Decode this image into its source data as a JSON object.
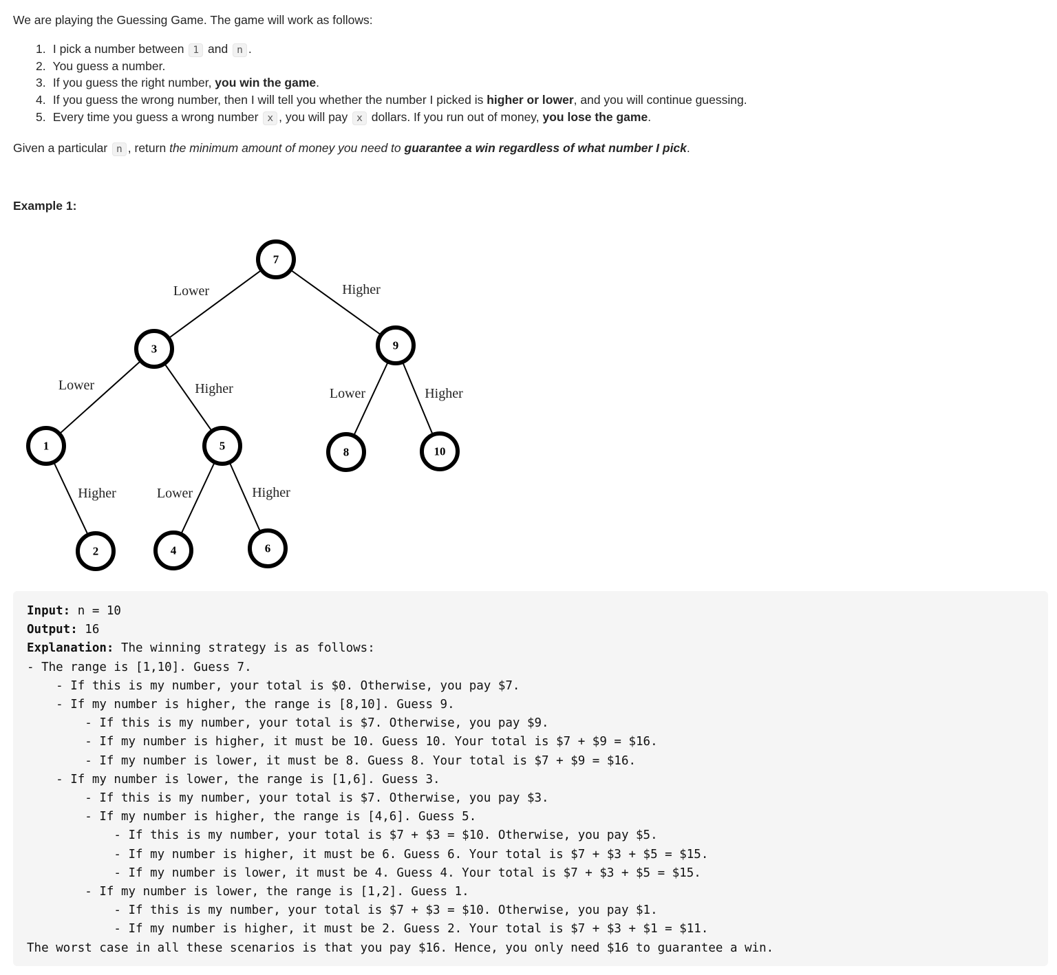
{
  "intro": "We are playing the Guessing Game. The game will work as follows:",
  "steps": {
    "s1": {
      "num": "1.",
      "a": "I pick a number between",
      "code1": "1",
      "b": "and",
      "code2": "n",
      "c": "."
    },
    "s2": {
      "num": "2.",
      "text": "You guess a number."
    },
    "s3": {
      "num": "3.",
      "a": "If you guess the right number, ",
      "bold": "you win the game",
      "c": "."
    },
    "s4": {
      "num": "4.",
      "a": "If you guess the wrong number, then I will tell you whether the number I picked is ",
      "bold": "higher or lower",
      "c": ", and you will continue guessing."
    },
    "s5": {
      "num": "5.",
      "a": "Every time you guess a wrong number",
      "code1": "x",
      "b": ", you will pay",
      "code2": "x",
      "c": "dollars. If you run out of money,",
      "bold": "you lose the game",
      "d": "."
    }
  },
  "given": {
    "a": "Given a particular",
    "code": "n",
    "b": ", return ",
    "italic": "the minimum amount of money you need to ",
    "bold_italic": "guarantee a win regardless of what number I pick",
    "c": "."
  },
  "example_title": "Example 1:",
  "tree": {
    "nodes": {
      "n7": "7",
      "n3": "3",
      "n9": "9",
      "n1": "1",
      "n5": "5",
      "n8": "8",
      "n10": "10",
      "n2": "2",
      "n4": "4",
      "n6": "6"
    },
    "edges": {
      "e7_3": "Lower",
      "e7_9": "Higher",
      "e3_1": "Lower",
      "e3_5": "Higher",
      "e9_8": "Lower",
      "e9_10": "Higher",
      "e1_2": "Higher",
      "e5_4": "Lower",
      "e5_6": "Higher"
    }
  },
  "example": {
    "input_label": "Input:",
    "input_value": " n = 10",
    "output_label": "Output:",
    "output_value": " 16",
    "explanation_label": "Explanation:",
    "explanation_value": " The winning strategy is as follows:",
    "lines": [
      "- The range is [1,10]. Guess 7.",
      "    - If this is my number, your total is $0. Otherwise, you pay $7.",
      "    - If my number is higher, the range is [8,10]. Guess 9.",
      "        - If this is my number, your total is $7. Otherwise, you pay $9.",
      "        - If my number is higher, it must be 10. Guess 10. Your total is $7 + $9 = $16.",
      "        - If my number is lower, it must be 8. Guess 8. Your total is $7 + $9 = $16.",
      "    - If my number is lower, the range is [1,6]. Guess 3.",
      "        - If this is my number, your total is $7. Otherwise, you pay $3.",
      "        - If my number is higher, the range is [4,6]. Guess 5.",
      "            - If this is my number, your total is $7 + $3 = $10. Otherwise, you pay $5.",
      "            - If my number is higher, it must be 6. Guess 6. Your total is $7 + $3 + $5 = $15.",
      "            - If my number is lower, it must be 4. Guess 4. Your total is $7 + $3 + $5 = $15.",
      "        - If my number is lower, the range is [1,2]. Guess 1.",
      "            - If this is my number, your total is $7 + $3 = $10. Otherwise, you pay $1.",
      "            - If my number is higher, it must be 2. Guess 2. Your total is $7 + $3 + $1 = $11.",
      "The worst case in all these scenarios is that you pay $16. Hence, you only need $16 to guarantee a win."
    ]
  }
}
